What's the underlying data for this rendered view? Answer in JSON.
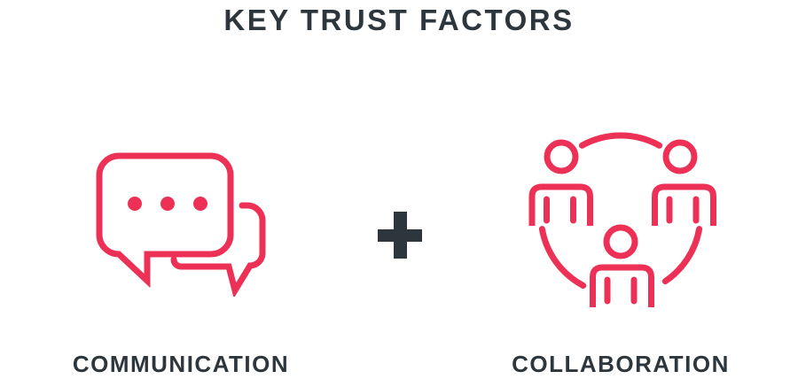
{
  "title": "KEY TRUST FACTORS",
  "colors": {
    "accent": "#ED3156",
    "ink": "#2C363C",
    "background": "#FFFFFF"
  },
  "operator": "plus-icon",
  "factors": [
    {
      "label": "COMMUNICATION",
      "icon": "chat-bubbles-icon"
    },
    {
      "label": "COLLABORATION",
      "icon": "people-network-icon"
    }
  ]
}
